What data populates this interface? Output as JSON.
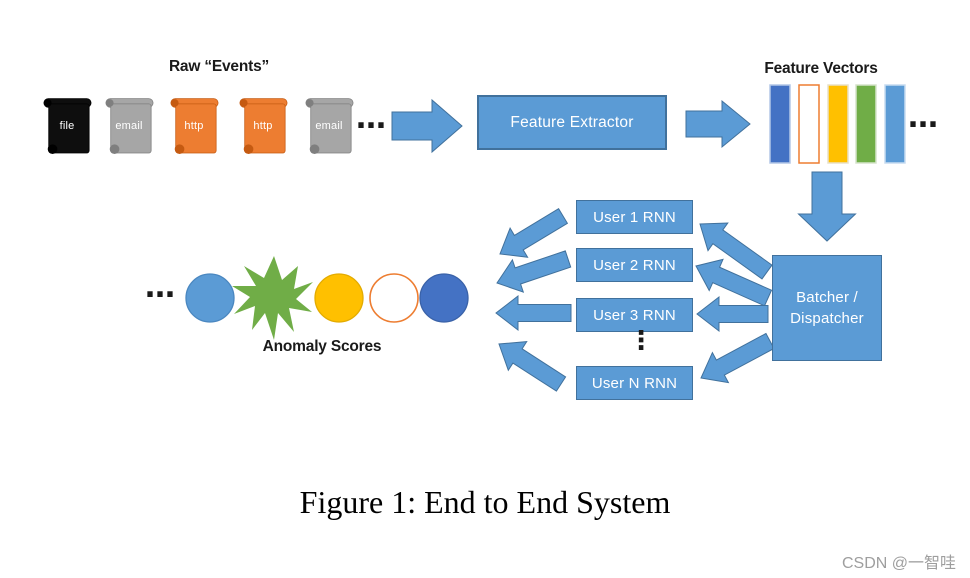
{
  "figure": {
    "caption": "Figure 1: End to End System",
    "watermark": "CSDN @一智哇"
  },
  "events": {
    "title": "Raw “Events”",
    "ellipsis": "…",
    "items": [
      {
        "label": "file",
        "fill": "#0E0E0E",
        "accent": "#000000"
      },
      {
        "label": "email",
        "fill": "#A6A6A6",
        "accent": "#7F7F7F"
      },
      {
        "label": "http",
        "fill": "#ED7D31",
        "accent": "#C55A11"
      },
      {
        "label": "http",
        "fill": "#ED7D31",
        "accent": "#C55A11"
      },
      {
        "label": "email",
        "fill": "#A6A6A6",
        "accent": "#7F7F7F"
      }
    ]
  },
  "extractor": {
    "label": "Feature Extractor"
  },
  "vectors": {
    "title": "Feature Vectors",
    "ellipsis": "…",
    "bars": [
      {
        "name": "dark-blue-bar",
        "fill": "#4472C4",
        "stroke": "#B4C7E7"
      },
      {
        "name": "outline-orange-bar",
        "fill": "#FFFFFF",
        "stroke": "#ED7D31"
      },
      {
        "name": "gold-bar",
        "fill": "#FFC000",
        "stroke": "#E8E0C9"
      },
      {
        "name": "green-bar",
        "fill": "#70AD47",
        "stroke": "#D5E3CB"
      },
      {
        "name": "light-blue-bar",
        "fill": "#5B9BD5",
        "stroke": "#C7DCF0"
      }
    ]
  },
  "batcher": {
    "line1": "Batcher /",
    "line2": "Dispatcher"
  },
  "rnns": {
    "dots": "⋮",
    "items": [
      {
        "label": "User 1 RNN"
      },
      {
        "label": "User 2 RNN"
      },
      {
        "label": "User 3 RNN"
      },
      {
        "label": "User N RNN"
      }
    ]
  },
  "anomaly": {
    "title": "Anomaly Scores",
    "ellipsis": "…",
    "shapes": [
      {
        "name": "light-blue-circle",
        "fill": "#5B9BD5",
        "stroke": "#4A87C0"
      },
      {
        "name": "green-starburst",
        "fill": "#70AD47",
        "stroke": "#70AD47"
      },
      {
        "name": "gold-circle",
        "fill": "#FFC000",
        "stroke": "#E3AB00"
      },
      {
        "name": "white-orange-circle",
        "fill": "#FFFFFF",
        "stroke": "#ED7D31"
      },
      {
        "name": "dark-blue-circle",
        "fill": "#4472C4",
        "stroke": "#3A62A8"
      }
    ]
  },
  "colors": {
    "flow_blue": "#5B9BD5",
    "flow_border": "#41719C",
    "text_dark": "#1A1A1A",
    "watermark_gray": "#9E9E9E"
  }
}
